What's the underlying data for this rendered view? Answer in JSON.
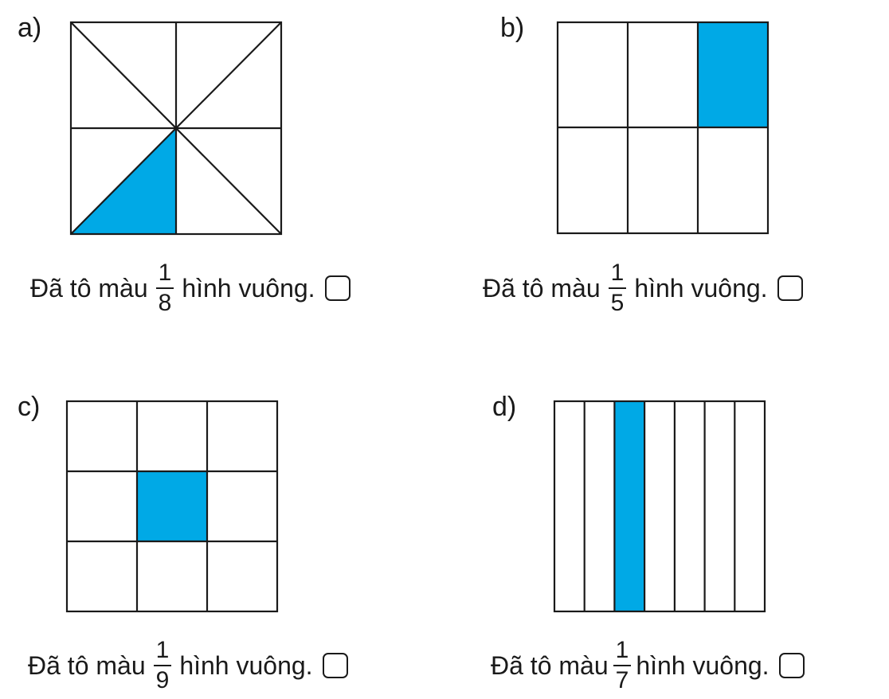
{
  "items": {
    "a": {
      "label": "a)",
      "statement_prefix": "Đã tô màu",
      "numerator": "1",
      "denominator": "8",
      "statement_suffix": "hình vuông."
    },
    "b": {
      "label": "b)",
      "statement_prefix": "Đã tô màu",
      "numerator": "1",
      "denominator": "5",
      "statement_suffix": "hình vuông."
    },
    "c": {
      "label": "c)",
      "statement_prefix": "Đã tô màu",
      "numerator": "1",
      "denominator": "9",
      "statement_suffix": "hình vuông."
    },
    "d": {
      "label": "d)",
      "statement_prefix": "Đã tô màu",
      "numerator": "1",
      "denominator": "7",
      "statement_suffix": "hình vuông."
    }
  },
  "colors": {
    "shade": "#00a9e6",
    "line": "#1a1a1a"
  }
}
